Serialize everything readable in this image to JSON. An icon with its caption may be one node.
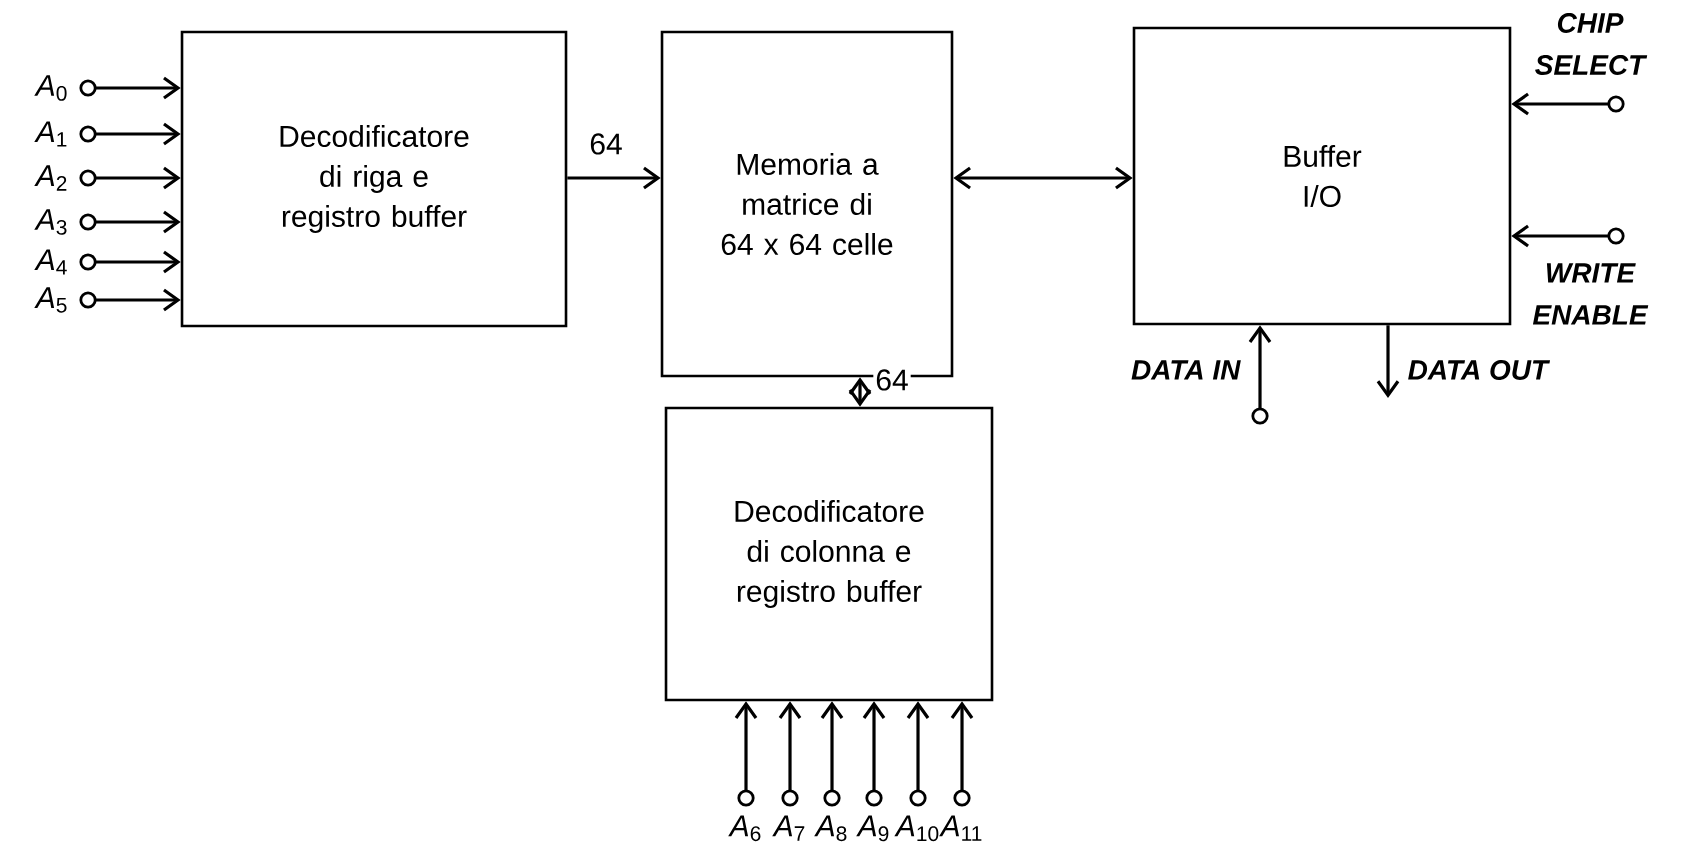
{
  "diagram": {
    "nodes": [
      {
        "text": [
          "Decodificatore di riga e registro buffer"
        ]
      },
      {
        "text": [
          "Memoria a matrice di 64 x 64 celle"
        ]
      },
      {
        "text": [
          "Buffer I/O"
        ]
      },
      {
        "text": [
          "Decodificatore di colonna e registro buffer"
        ]
      },
      {
        "text": [
          "*A*$_{0}$"
        ]
      },
      {
        "text": [
          "*A*$_{1}$"
        ]
      },
      {
        "text": [
          "*A*$_{2}$"
        ]
      },
      {
        "text": [
          "*A*$_{3}$"
        ]
      },
      {
        "text": [
          "*A*$_{4}$"
        ]
      },
      {
        "text": [
          "*A*$_{5}$"
        ]
      },
      {
        "text": [
          "*A*$_{6}$"
        ]
      },
      {
        "text": [
          "*A*$_{7}$"
        ]
      },
      {
        "text": [
          "*A*$_{8}$"
        ]
      },
      {
        "text": [
          "*A*$_{9}$"
        ]
      },
      {
        "text": [
          "*A*$_{10}$"
        ]
      },
      {
        "text": [
          "*A*$_{11}$"
        ]
      },
      {
        "text": [
          "CHIP SELECT"
        ]
      },
      {
        "text": [
          "WRITE ENABLE"
        ]
      },
      {
        "text": [
          "DATA IN"
        ]
      },
      {
        "text": [
          "DATA OUT"
        ]
      }
    ],
    "edges": [
      {
        "from": 4,
        "to": 0,
        "arrow": "to"
      },
      {
        "from": 5,
        "to": 0,
        "arrow": "to"
      },
      {
        "from": 6,
        "to": 0,
        "arrow": "to"
      },
      {
        "from": 7,
        "to": 0,
        "arrow": "to"
      },
      {
        "from": 8,
        "to": 0,
        "arrow": "to"
      },
      {
        "from": 9,
        "to": 0,
        "arrow": "to"
      },
      {
        "from": 0,
        "to": 1,
        "arrow": "to",
        "label": "64"
      },
      {
        "from": 1,
        "to": 2,
        "arrow": "both"
      },
      {
        "from": 1,
        "to": 3,
        "arrow": "both",
        "label": "64"
      },
      {
        "from": 10,
        "to": 3,
        "arrow": "to"
      },
      {
        "from": 11,
        "to": 3,
        "arrow": "to"
      },
      {
        "from": 12,
        "to": 3,
        "arrow": "to"
      },
      {
        "from": 13,
        "to": 3,
        "arrow": "to"
      },
      {
        "from": 14,
        "to": 3,
        "arrow": "to"
      },
      {
        "from": 15,
        "to": 3,
        "arrow": "to"
      },
      {
        "from": 16,
        "to": 2,
        "arrow": "to"
      },
      {
        "from": 17,
        "to": 2,
        "arrow": "to"
      },
      {
        "from": 18,
        "to": 2,
        "arrow": "to"
      },
      {
        "from": 2,
        "to": 19,
        "arrow": "to"
      }
    ]
  }
}
